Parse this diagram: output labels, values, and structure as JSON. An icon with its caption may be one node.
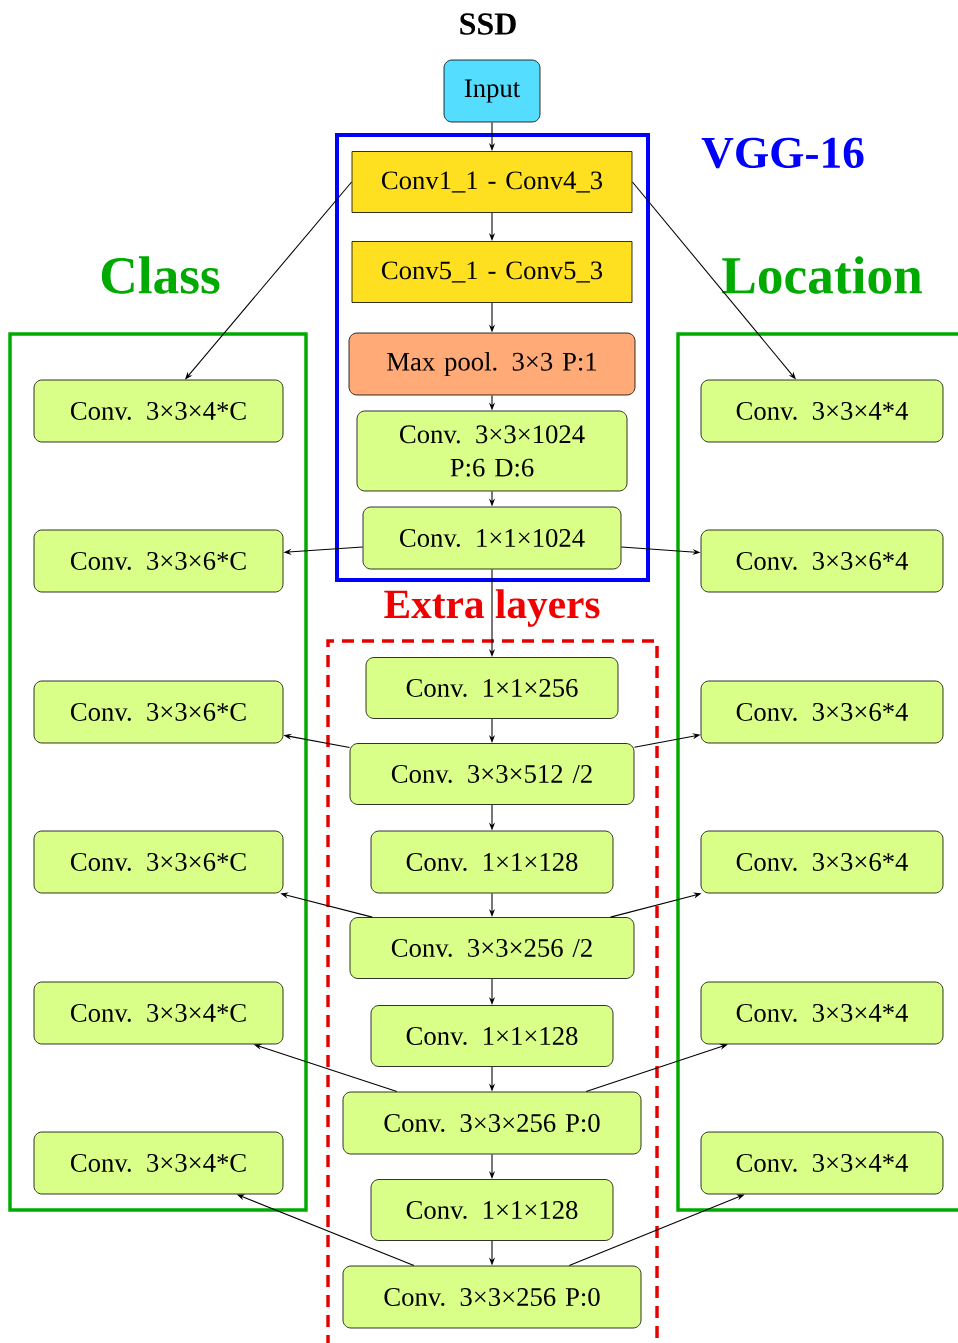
{
  "diagram": {
    "title": "SSD",
    "nodes": [
      {
        "text": [
          "Input"
        ]
      },
      {
        "text": [
          "VGG-16"
        ]
      },
      {
        "text": [
          "Conv1_1 - Conv4_3"
        ],
        "in": 1
      },
      {
        "text": [
          "Conv5_1 - Conv5_3"
        ],
        "in": 1
      },
      {
        "text": [
          "Max pool. 3×3 P:1"
        ],
        "in": 1
      },
      {
        "text": [
          "Conv. 3×3×1024 P:6 D:6"
        ],
        "in": 1
      },
      {
        "text": [
          "Conv. 1×1×1024"
        ],
        "in": 1
      },
      {
        "text": [
          "Extra layers"
        ]
      },
      {
        "text": [
          "Conv. 1×1×256"
        ],
        "in": 7
      },
      {
        "text": [
          "Conv. 3×3×512 /2"
        ],
        "in": 7
      },
      {
        "text": [
          "Conv. 1×1×128"
        ],
        "in": 7
      },
      {
        "text": [
          "Conv. 3×3×256 /2"
        ],
        "in": 7
      },
      {
        "text": [
          "Conv. 1×1×128"
        ],
        "in": 7
      },
      {
        "text": [
          "Conv. 3×3×256 P:0"
        ],
        "in": 7
      },
      {
        "text": [
          "Conv. 1×1×128"
        ],
        "in": 7
      },
      {
        "text": [
          "Conv. 3×3×256 P:0"
        ],
        "in": 7
      },
      {
        "text": [
          "Class"
        ]
      },
      {
        "text": [
          "Conv. 3×3×4*C"
        ],
        "in": 16
      },
      {
        "text": [
          "Conv. 3×3×6*C"
        ],
        "in": 16
      },
      {
        "text": [
          "Conv. 3×3×6*C"
        ],
        "in": 16
      },
      {
        "text": [
          "Conv. 3×3×6*C"
        ],
        "in": 16
      },
      {
        "text": [
          "Conv. 3×3×4*C"
        ],
        "in": 16
      },
      {
        "text": [
          "Conv. 3×3×4*C"
        ],
        "in": 16
      },
      {
        "text": [
          "Location"
        ]
      },
      {
        "text": [
          "Conv. 3×3×4*4"
        ],
        "in": 23
      },
      {
        "text": [
          "Conv. 3×3×6*4"
        ],
        "in": 23
      },
      {
        "text": [
          "Conv. 3×3×6*4"
        ],
        "in": 23
      },
      {
        "text": [
          "Conv. 3×3×6*4"
        ],
        "in": 23
      },
      {
        "text": [
          "Conv. 3×3×4*4"
        ],
        "in": 23
      },
      {
        "text": [
          "Conv. 3×3×4*4"
        ],
        "in": 23
      }
    ],
    "edges": [
      {
        "from": 0,
        "to": 2,
        "arrow": "to"
      },
      {
        "from": 2,
        "to": 3,
        "arrow": "to"
      },
      {
        "from": 3,
        "to": 4,
        "arrow": "to"
      },
      {
        "from": 4,
        "to": 5,
        "arrow": "to"
      },
      {
        "from": 5,
        "to": 6,
        "arrow": "to"
      },
      {
        "from": 6,
        "to": 8,
        "arrow": "to"
      },
      {
        "from": 8,
        "to": 9,
        "arrow": "to"
      },
      {
        "from": 9,
        "to": 10,
        "arrow": "to"
      },
      {
        "from": 10,
        "to": 11,
        "arrow": "to"
      },
      {
        "from": 11,
        "to": 12,
        "arrow": "to"
      },
      {
        "from": 12,
        "to": 13,
        "arrow": "to"
      },
      {
        "from": 13,
        "to": 14,
        "arrow": "to"
      },
      {
        "from": 14,
        "to": 15,
        "arrow": "to"
      },
      {
        "from": 2,
        "to": 17,
        "arrow": "to"
      },
      {
        "from": 2,
        "to": 24,
        "arrow": "to"
      },
      {
        "from": 6,
        "to": 18,
        "arrow": "to"
      },
      {
        "from": 6,
        "to": 25,
        "arrow": "to"
      },
      {
        "from": 9,
        "to": 19,
        "arrow": "to"
      },
      {
        "from": 9,
        "to": 26,
        "arrow": "to"
      },
      {
        "from": 11,
        "to": 20,
        "arrow": "to"
      },
      {
        "from": 11,
        "to": 27,
        "arrow": "to"
      },
      {
        "from": 13,
        "to": 21,
        "arrow": "to"
      },
      {
        "from": 13,
        "to": 28,
        "arrow": "to"
      },
      {
        "from": 15,
        "to": 22,
        "arrow": "to"
      },
      {
        "from": 15,
        "to": 29,
        "arrow": "to"
      }
    ]
  }
}
